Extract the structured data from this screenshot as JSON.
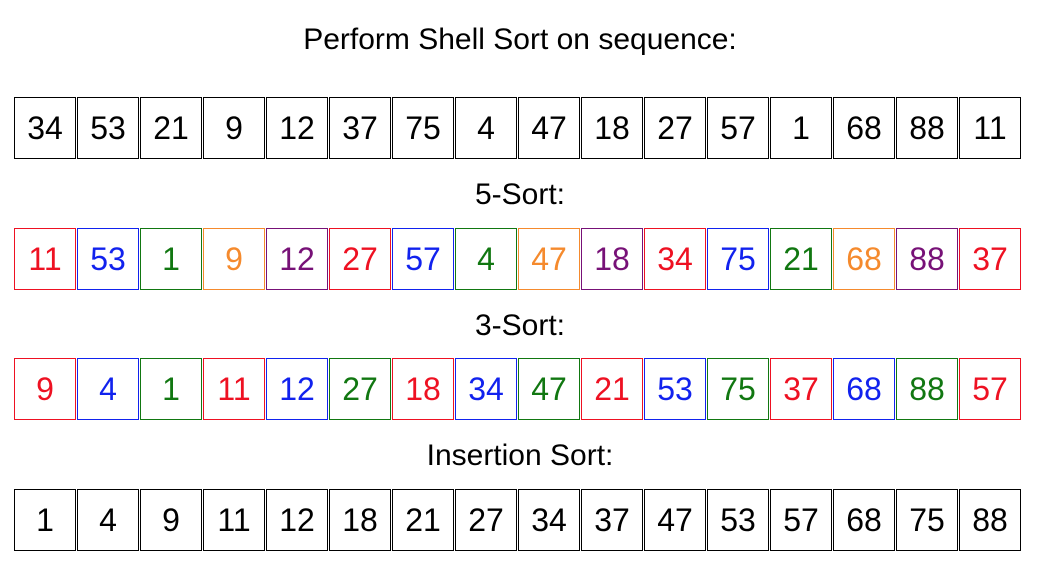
{
  "title": "Perform Shell Sort on sequence:",
  "colors": {
    "red": "#ee1122",
    "blue": "#1122ee",
    "green": "#117711",
    "orange": "#f58a2d",
    "purple": "#771177",
    "black": "#000000"
  },
  "rows": [
    {
      "id": "original",
      "label": "",
      "values": [
        "34",
        "53",
        "21",
        "9",
        "12",
        "37",
        "75",
        "4",
        "47",
        "18",
        "27",
        "57",
        "1",
        "68",
        "88",
        "11"
      ],
      "cell_colors": [
        "black",
        "black",
        "black",
        "black",
        "black",
        "black",
        "black",
        "black",
        "black",
        "black",
        "black",
        "black",
        "black",
        "black",
        "black",
        "black"
      ]
    },
    {
      "id": "five-sort",
      "label": "5-Sort:",
      "values": [
        "11",
        "53",
        "1",
        "9",
        "12",
        "27",
        "57",
        "4",
        "47",
        "18",
        "34",
        "75",
        "21",
        "68",
        "88",
        "37"
      ],
      "cell_colors": [
        "red",
        "blue",
        "green",
        "orange",
        "purple",
        "red",
        "blue",
        "green",
        "orange",
        "purple",
        "red",
        "blue",
        "green",
        "orange",
        "purple",
        "red"
      ]
    },
    {
      "id": "three-sort",
      "label": "3-Sort:",
      "values": [
        "9",
        "4",
        "1",
        "11",
        "12",
        "27",
        "18",
        "34",
        "47",
        "21",
        "53",
        "75",
        "37",
        "68",
        "88",
        "57"
      ],
      "cell_colors": [
        "red",
        "blue",
        "green",
        "red",
        "blue",
        "green",
        "red",
        "blue",
        "green",
        "red",
        "blue",
        "green",
        "red",
        "blue",
        "green",
        "red"
      ]
    },
    {
      "id": "insertion-sort",
      "label": "Insertion Sort:",
      "values": [
        "1",
        "4",
        "9",
        "11",
        "12",
        "18",
        "21",
        "27",
        "34",
        "37",
        "47",
        "53",
        "57",
        "68",
        "75",
        "88"
      ],
      "cell_colors": [
        "black",
        "black",
        "black",
        "black",
        "black",
        "black",
        "black",
        "black",
        "black",
        "black",
        "black",
        "black",
        "black",
        "black",
        "black",
        "black"
      ]
    }
  ]
}
